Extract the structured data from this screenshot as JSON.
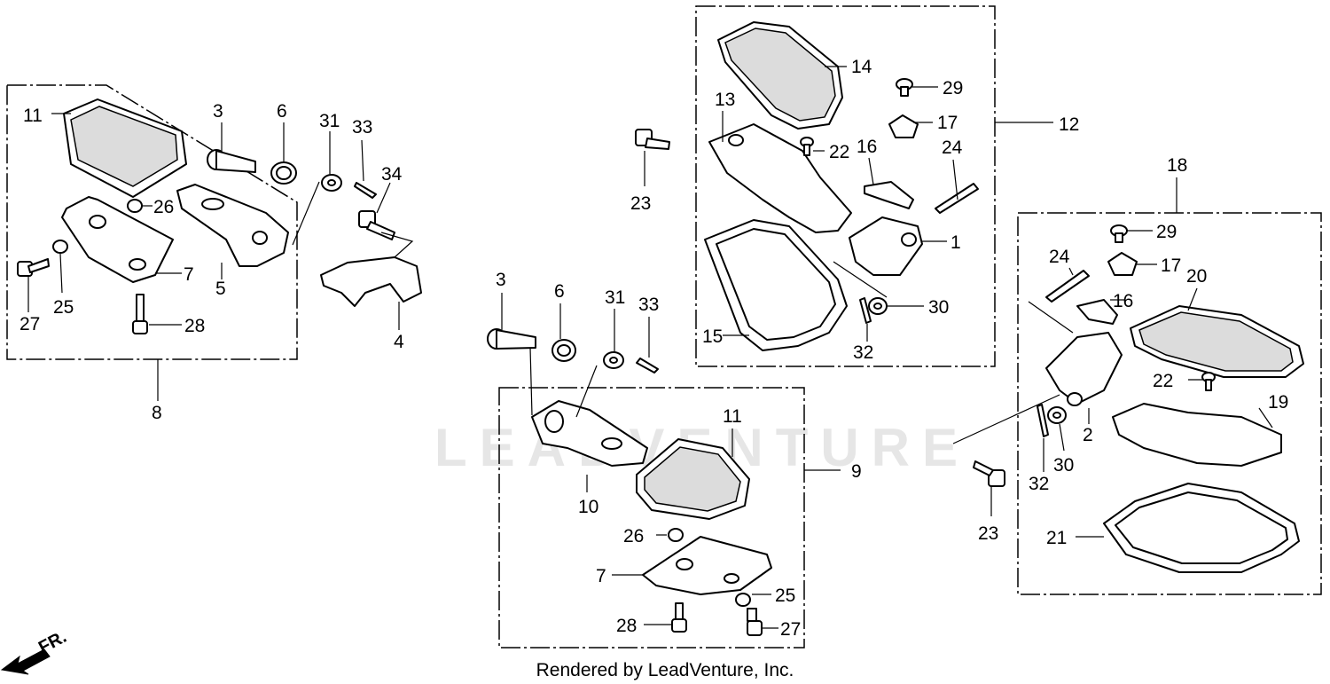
{
  "credit": "Rendered by LeadVenture, Inc.",
  "watermark": "LEADVENTURE",
  "direction_label": "FR.",
  "assemblies": {
    "left": {
      "assembly_label": "8",
      "parts": [
        "11",
        "3",
        "6",
        "31",
        "33",
        "34",
        "26",
        "7",
        "5",
        "4",
        "27",
        "25",
        "28"
      ]
    },
    "center": {
      "assembly_label": "9",
      "parts": [
        "3",
        "6",
        "31",
        "33",
        "11",
        "10",
        "26",
        "7",
        "25",
        "28",
        "27"
      ]
    },
    "top": {
      "assembly_label": "12",
      "parts": [
        "14",
        "29",
        "13",
        "17",
        "22",
        "16",
        "24",
        "1",
        "15",
        "32",
        "30",
        "23"
      ]
    },
    "right": {
      "assembly_label": "18",
      "parts": [
        "29",
        "24",
        "17",
        "20",
        "16",
        "22",
        "19",
        "2",
        "32",
        "30",
        "23",
        "21"
      ]
    }
  }
}
